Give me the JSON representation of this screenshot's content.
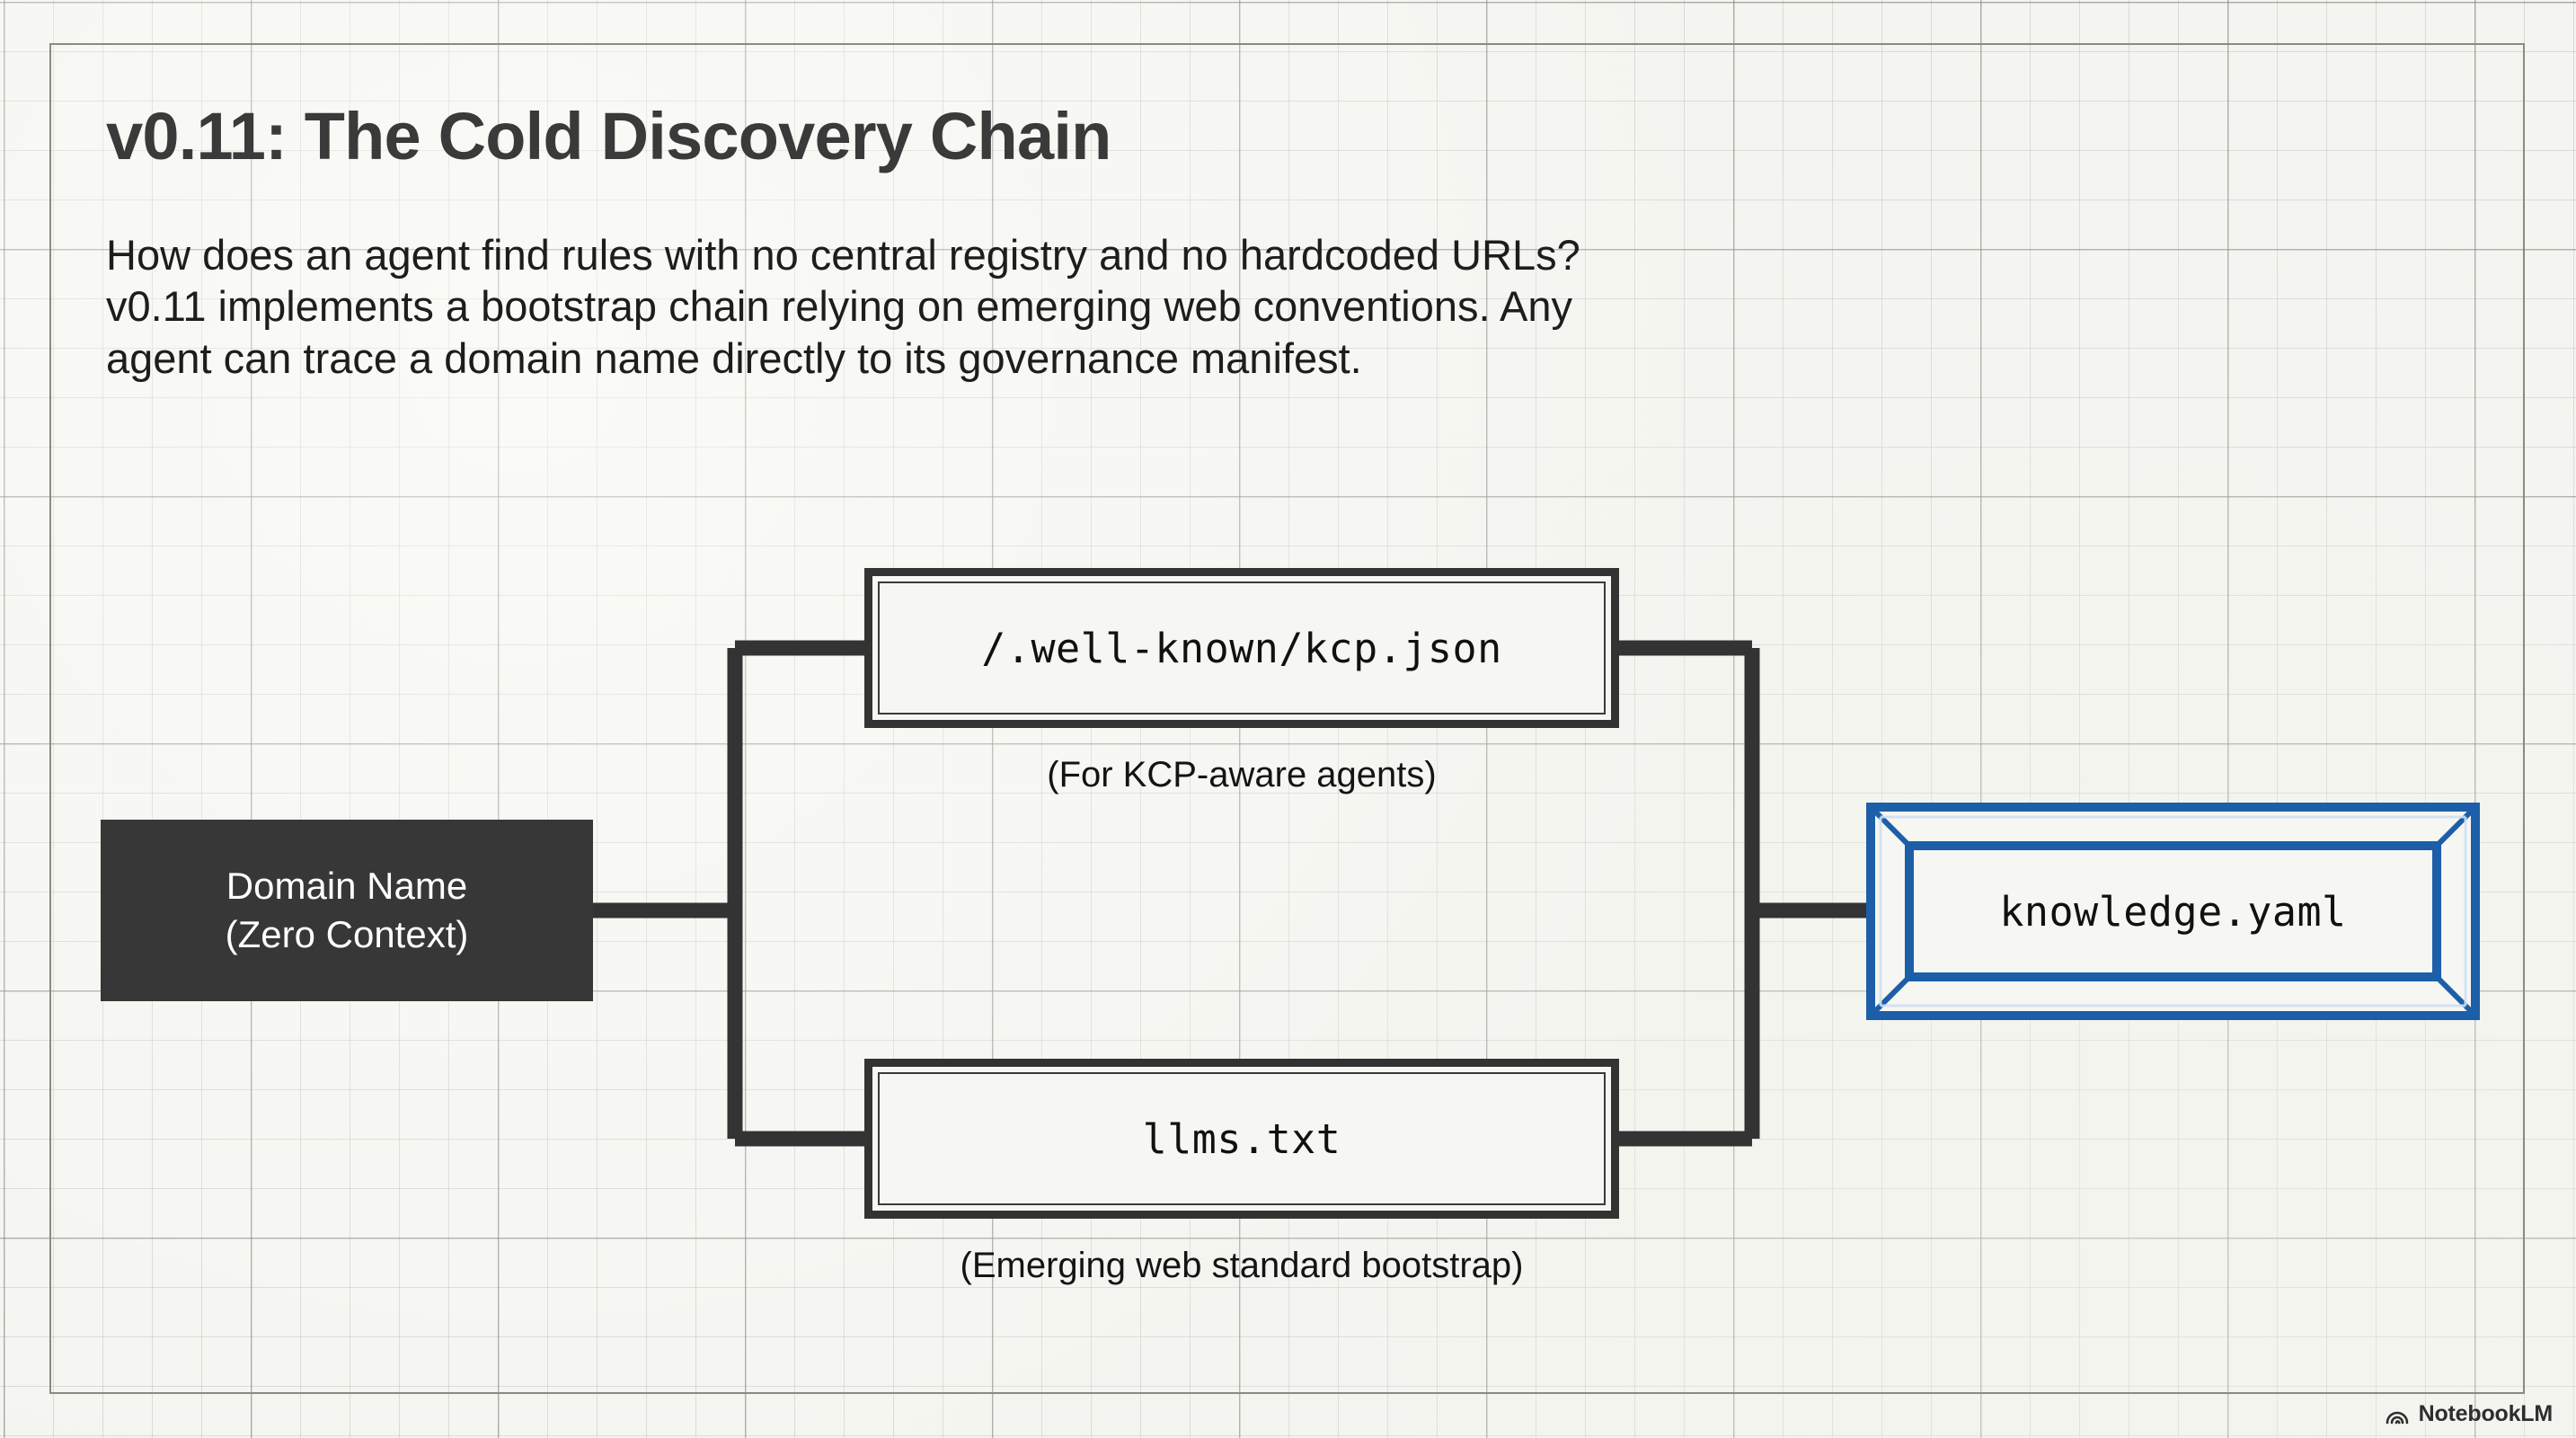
{
  "slide": {
    "title": "v0.11: The Cold Discovery Chain",
    "body": "How does an agent find rules with no central registry and no hardcoded URLs?\nv0.11 implements a bootstrap chain relying on emerging web conventions. Any\nagent can trace a domain name directly to its governance manifest."
  },
  "diagram": {
    "type": "flow",
    "nodes": {
      "start": {
        "label": "Domain Name\n(Zero Context)",
        "style": "filled-dark",
        "fill": "#373737",
        "text_color": "#ffffff"
      },
      "path_wellknown": {
        "label": "/.well-known/kcp.json",
        "style": "double-outline-dark",
        "caption": "(For KCP-aware agents)"
      },
      "path_llms": {
        "label": "llms.txt",
        "style": "double-outline-dark",
        "caption": "(Emerging web standard bootstrap)"
      },
      "target": {
        "label": "knowledge.yaml",
        "style": "blue-picture-frame",
        "accent": "#1c5fa8"
      }
    },
    "edges": [
      {
        "from": "start",
        "to": "path_wellknown"
      },
      {
        "from": "start",
        "to": "path_llms"
      },
      {
        "from": "path_wellknown",
        "to": "target"
      },
      {
        "from": "path_llms",
        "to": "target"
      }
    ],
    "colors": {
      "connector": "#333333",
      "outline": "#333333",
      "accent_blue": "#1c5fa8",
      "paper": "#f4f4f0",
      "grid_major": "#78787355",
      "grid_minor": "#9696914d"
    }
  },
  "watermark": {
    "label": "NotebookLM",
    "icon": "notebooklm-spiral-icon"
  }
}
